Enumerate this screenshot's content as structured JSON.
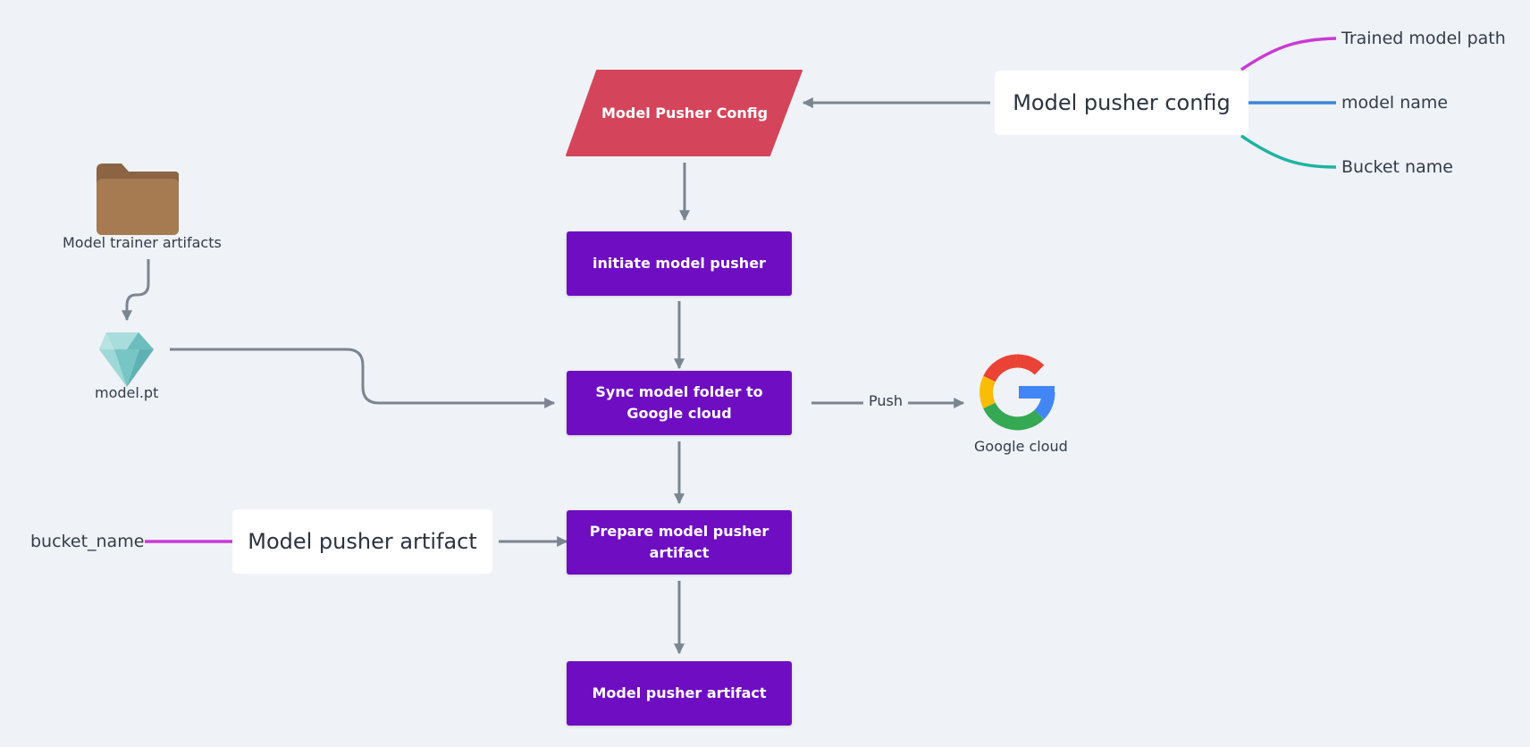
{
  "flow": {
    "config_node": "Model Pusher Config",
    "initiate": "initiate model pusher",
    "sync": "Sync model folder to Google cloud",
    "prepare": "Prepare model pusher artifact",
    "output": "Model pusher artifact"
  },
  "inputs": {
    "trainer_folder_label": "Model trainer artifacts",
    "model_file_label": "model.pt",
    "cloud_label": "Google cloud",
    "push_label": "Push"
  },
  "config_map": {
    "title": "Model pusher config",
    "branches": [
      "Trained model path",
      "model name",
      "Bucket name"
    ],
    "branch_colors": [
      "#c93ad6",
      "#3a86d6",
      "#20b3a1"
    ]
  },
  "artifact_map": {
    "title": "Model pusher artifact",
    "branches": [
      "bucket_name"
    ],
    "branch_colors": [
      "#c93ad6"
    ]
  },
  "colors": {
    "process": "#6f0dc2",
    "config": "#d4455b",
    "connector": "#7a8591",
    "background": "#eff2f6"
  }
}
